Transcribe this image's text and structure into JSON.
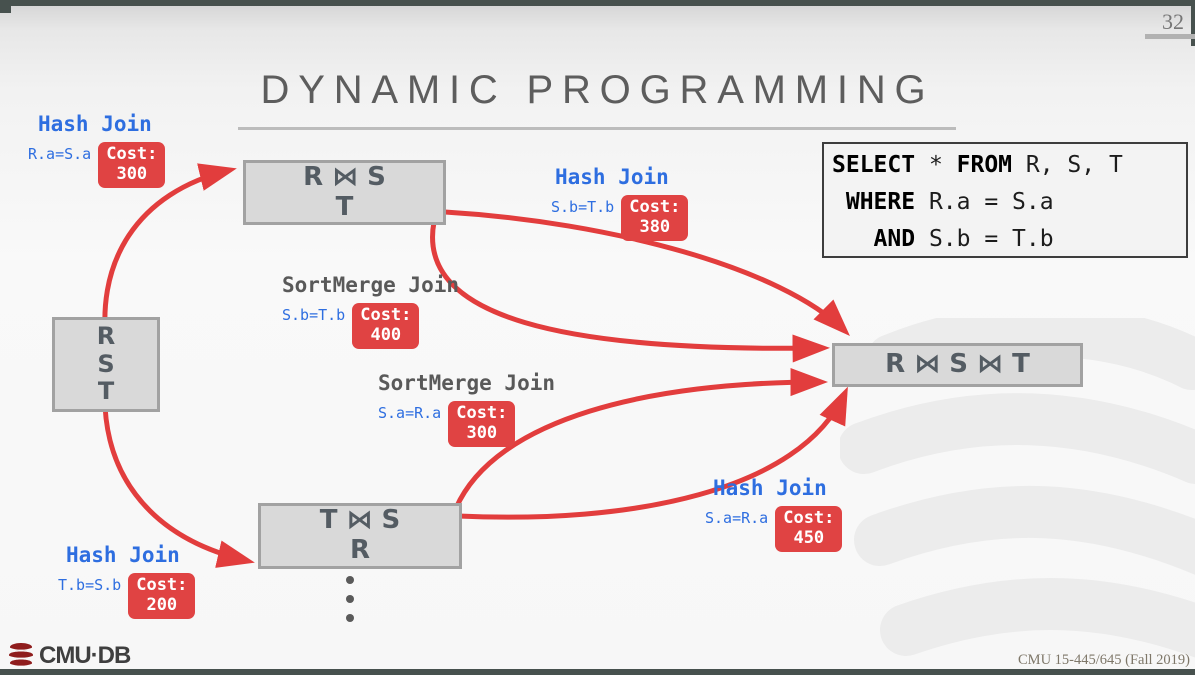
{
  "page": {
    "number": "32",
    "course": "CMU 15-445/645 (Fall 2019)",
    "brand": "CMU·DB"
  },
  "title": {
    "text": "DYNAMIC PROGRAMMING"
  },
  "sql": {
    "s1a": "SELECT",
    "s1b": " * ",
    "s1c": "FROM",
    "s1d": " R, S, T",
    "s2a": " ",
    "s2b": "WHERE",
    "s2c": " R.a = S.a",
    "s3a": "   ",
    "s3b": "AND",
    "s3c": " S.b = T.b"
  },
  "nodes": {
    "rs_t": {
      "line1": "R ⋈ S",
      "line2": "T"
    },
    "rst_left": {
      "line1": "R",
      "line2": "S",
      "line3": "T"
    },
    "rst_all": {
      "label": "R ⋈ S ⋈ T"
    },
    "ts_r": {
      "line1": "T ⋈ S",
      "line2": "R"
    }
  },
  "ui": {
    "cost_word": "Cost:"
  },
  "joins": {
    "hj300": {
      "name": "Hash Join",
      "predicate": "R.a=S.a",
      "cost": "300"
    },
    "hj380": {
      "name": "Hash Join",
      "predicate": "S.b=T.b",
      "cost": "380"
    },
    "sm400": {
      "name": "SortMerge Join",
      "predicate": "S.b=T.b",
      "cost": "400"
    },
    "sm300": {
      "name": "SortMerge Join",
      "predicate": "S.a=R.a",
      "cost": "300"
    },
    "hj450": {
      "name": "Hash Join",
      "predicate": "S.a=R.a",
      "cost": "450"
    },
    "hj200": {
      "name": "Hash Join",
      "predicate": "T.b=S.b",
      "cost": "200"
    }
  },
  "colors": {
    "accent_red": "#E04343",
    "accent_blue": "#2E6EE0",
    "box_fill": "#D9D9D9",
    "box_border": "#A2A2A2",
    "bar_dark": "#47514E"
  }
}
